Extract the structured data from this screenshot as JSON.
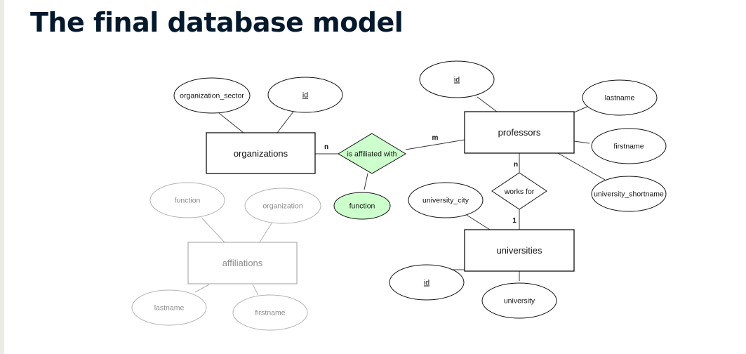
{
  "title": "The final database model",
  "colors": {
    "title": "#05192d",
    "relationship_fill": "#ccffcc",
    "faded_stroke": "#b3b3b3"
  },
  "entities": {
    "organizations": "organizations",
    "professors": "professors",
    "universities": "universities",
    "affiliations": "affiliations"
  },
  "relationships": {
    "is_affiliated_with": "is affiliated with",
    "works_for": "works for"
  },
  "attributes": {
    "organization_sector": "organization_sector",
    "organizations_id": "id",
    "professors_id": "id",
    "lastname": "lastname",
    "firstname": "firstname",
    "university_shortname": "university_shortname",
    "function": "function",
    "university_city": "university_city",
    "universities_id": "id",
    "university": "university"
  },
  "affiliations_attributes": {
    "function": "function",
    "organization": "organization",
    "lastname": "lastname",
    "firstname": "firstname"
  },
  "cardinalities": {
    "organizations_n": "n",
    "professors_m": "m",
    "professors_n": "n",
    "universities_1": "1"
  }
}
